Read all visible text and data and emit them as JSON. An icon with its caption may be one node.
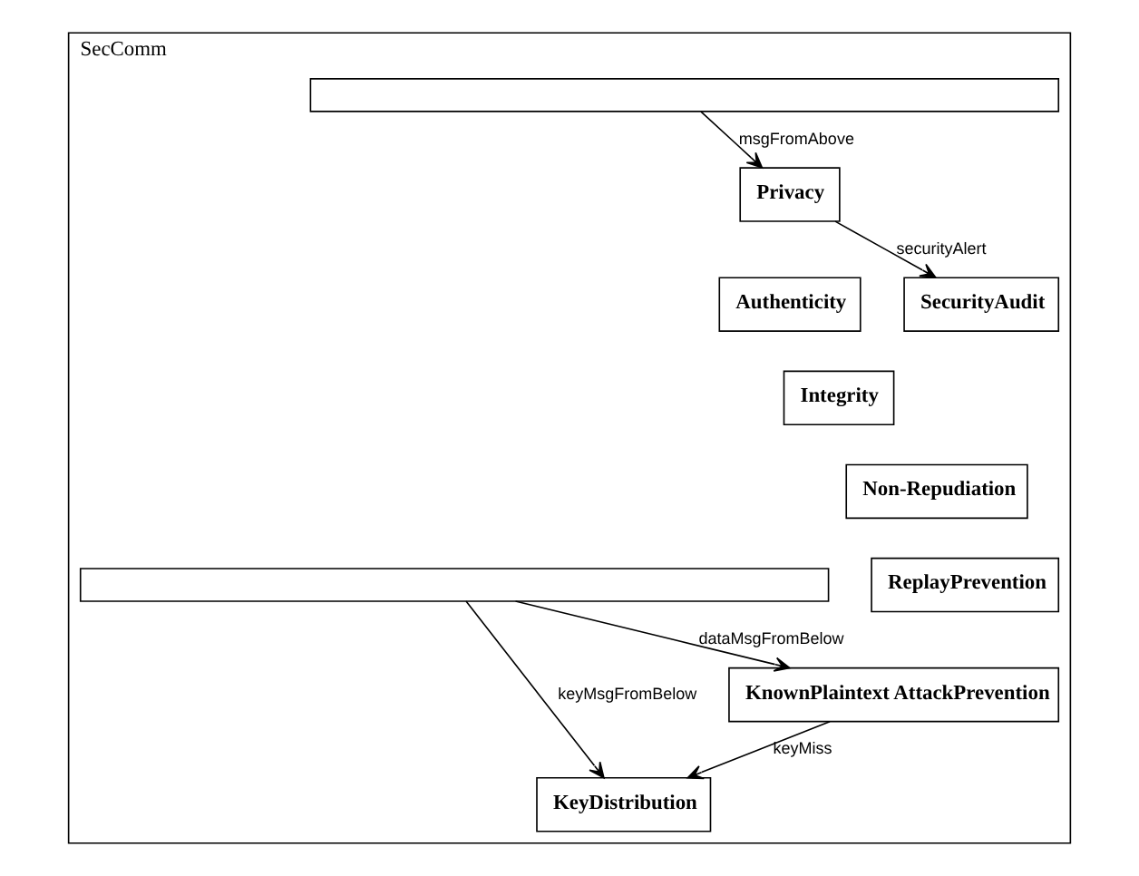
{
  "diagram": {
    "nodes": [
      {
        "text": [
          "SecComm"
        ]
      },
      {
        "text": [],
        "shape": "bar",
        "in": 0
      },
      {
        "text": [
          "Privacy"
        ],
        "in": 0
      },
      {
        "text": [
          "Authenticity"
        ],
        "in": 0
      },
      {
        "text": [
          "Integrity"
        ],
        "in": 0
      },
      {
        "text": [
          "Non-Repudiation"
        ],
        "in": 0
      },
      {
        "text": [
          "ReplayPrevention"
        ],
        "in": 0
      },
      {
        "text": [
          "KnownPlaintext AttackPrevention"
        ],
        "in": 0
      },
      {
        "text": [
          "SecurityAudit"
        ],
        "in": 0
      },
      {
        "text": [
          "KeyDistribution"
        ],
        "in": 0
      },
      {
        "text": [],
        "shape": "bar",
        "in": 0
      }
    ],
    "edges": [
      {
        "from": 1,
        "to": 2,
        "arrow": "to",
        "label": "msgFromAbove"
      },
      {
        "from": 2,
        "to": 8,
        "arrow": "to",
        "label": "securityAlert"
      },
      {
        "from": 7,
        "to": 9,
        "arrow": "to",
        "label": "keyMiss"
      },
      {
        "from": 10,
        "to": 7,
        "arrow": "to",
        "label": "dataMsgFromBelow"
      },
      {
        "from": 10,
        "to": 9,
        "arrow": "to",
        "label": "keyMsgFromBelow"
      }
    ]
  }
}
